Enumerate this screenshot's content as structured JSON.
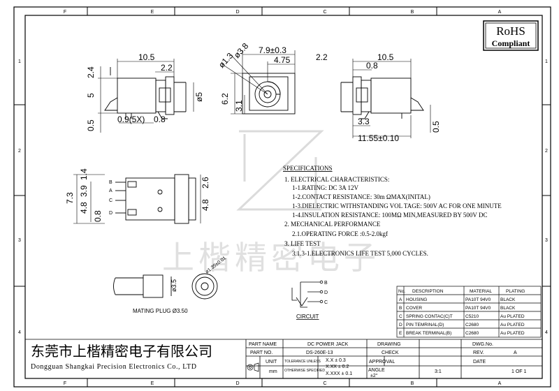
{
  "border": {
    "columns": [
      "F",
      "E",
      "D",
      "C",
      "B",
      "A"
    ],
    "rows": [
      "1",
      "2",
      "3",
      "4"
    ]
  },
  "rohs": {
    "title": "RoHS",
    "subtitle": "Compliant"
  },
  "views": {
    "left": {
      "dims": [
        "10.5",
        "2.2",
        "2.4",
        "5",
        "0.5",
        "0.9(5X)",
        "0.8",
        "ø5"
      ]
    },
    "front": {
      "dims": [
        "7.9±0.3",
        "4.75",
        "ø3.8",
        "ø1.3",
        "6.2",
        "3.1"
      ]
    },
    "right": {
      "dims": [
        "2.2",
        "10.5",
        "0.8",
        "3.3",
        "11.55±0.10",
        "0.5"
      ]
    },
    "side": {
      "dims": [
        "7.3",
        "1.4",
        "3.9",
        "4.8",
        "0.8",
        "2.6",
        "4.8"
      ],
      "pins": [
        "B",
        "A",
        "C",
        "D"
      ]
    },
    "plug": {
      "label": "MATING PLUG Ø3.50",
      "dim": "ø3.5",
      "hole": "ø1.35±0.01"
    }
  },
  "circuit": {
    "title": "CIRCUIT",
    "pins": [
      "B",
      "D",
      "C"
    ]
  },
  "specs": {
    "title": "SPECIFICATIONS",
    "lines": [
      "1. ELECTRICAL CHARACTERISTICS:",
      "1-1.RATING: DC 3A 12V",
      "1-2.CONTACT RESISTANCE: 30m ΩMAX(INITAL)",
      "1-3.DIELECTRIC WITHSTANDING VOL TAGE: 500V AC FOR ONE MINUTE",
      "1-4.INSULATION RESISTANCE: 100MΩ  MIN,MEASURED BY 500V DC",
      "2. MECHANICAL PERFORMANCE",
      "2.1.OPERATING FORCE :0.5-2.0kgf",
      "3. LIFE TEST",
      "3.1.3-1.ELECTRONICS LIFE TEST 5,000 CYCLES."
    ]
  },
  "watermark": "上楷精密电子",
  "bom": {
    "headers": [
      "No.",
      "DESCRIPTION",
      "MATERIAL",
      "PLATING"
    ],
    "rows": [
      [
        "A",
        "HOUSING",
        "PA10T 94V0",
        "BLACK"
      ],
      [
        "B",
        "COVER",
        "PA10T 94V0",
        "BLACK"
      ],
      [
        "C",
        "SPRING CONTAC(C)T",
        "C5210",
        "Au PLATED"
      ],
      [
        "D",
        "PIN TEMRINAL(D)",
        "C2680",
        "Au PLATED"
      ],
      [
        "E",
        "BREAK TERMINAL(B)",
        "C2680",
        "Au PLATED"
      ]
    ]
  },
  "title_block": {
    "company_cn": "东莞市上楷精密电子有限公司",
    "company_en": "Dongguan Shangkai Precision Electronics Co., LTD",
    "part_name_label": "PART NAME",
    "part_name": "DC POWER JACK",
    "part_no_label": "PART NO.",
    "part_no": "DS-260E-13",
    "drawing_label": "DRAWING",
    "dwg_no_label": "DWG.No.",
    "check_label": "CHECK",
    "rev_label": "REV.",
    "rev": "A",
    "unit_label": "UNIT",
    "unit": "mm",
    "tol_label1": "TOLERANCE UNLESS",
    "tol_label2": "OTHERWISE SPECIFIED",
    "tol1": "X.X ± 0.3",
    "tol2": "X.XX ± 0.2",
    "tol3": "X.XXX ± 0.1",
    "angle_label": "ANGLE",
    "angle": "±2°",
    "approval_label": "APPROVAL",
    "scale": "3:1",
    "date_label": "DATE",
    "sheet": "1 OF 1"
  }
}
